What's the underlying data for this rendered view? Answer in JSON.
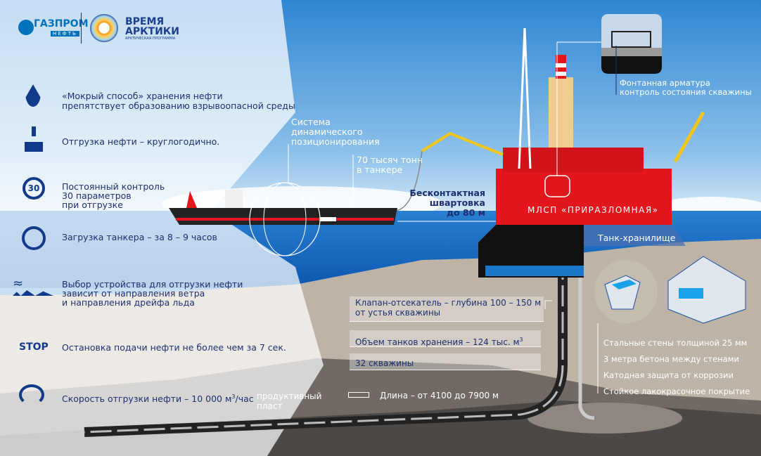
{
  "logos": {
    "gazprom": "ГАЗПРОМ",
    "gazprom_sub": "НЕФТЬ",
    "arctic_title1": "ВРЕМЯ",
    "arctic_title2": "АРКТИКИ",
    "arctic_sub": "АРКТИЧЕСКАЯ ПРОГРАММА"
  },
  "features": [
    {
      "icon": "oil-drop-icon",
      "line1": "«Мокрый способ» хранения нефти",
      "line2": "препятствует образованию взрывоопасной среды"
    },
    {
      "icon": "crane-hook-icon",
      "line1": "Отгрузка нефти – круглогодично."
    },
    {
      "icon": "magnifier-30-icon",
      "badge": "30",
      "line1": "Постоянный контроль",
      "line2": "30 параметров",
      "line3": "при отгрузке"
    },
    {
      "icon": "clock-icon",
      "line1": "Загрузка танкера – за 8 – 9 часов"
    },
    {
      "icon": "wind-waves-icon",
      "line1": "Выбор устройства для отгрузки нефти",
      "line2": "зависит от направления ветра",
      "line3": "и направления дрейфа льда"
    },
    {
      "icon": "stop-text-icon",
      "badge": "STOP",
      "line1": "Остановка подачи нефти не более чем за 7 сек."
    },
    {
      "icon": "speedometer-icon",
      "line1": "Скорость отгрузки  нефти  – 10 000 м",
      "sup": "3",
      "line1_end": "/час"
    }
  ],
  "labels": {
    "positioning1": "Система",
    "positioning2": "динамического",
    "positioning3": "позиционирования",
    "tanker1": "70 тысяч тонн",
    "tanker2": "в танкере",
    "mooring1": "Бесконтактная",
    "mooring2": "швартовка",
    "mooring3": "до 80 м",
    "platform": "МЛСП «ПРИРАЗЛОМНАЯ»",
    "tank": "Танк-хранилище",
    "wellhead1": "Фонтанная арматура",
    "wellhead2": "контроль состояния скважины",
    "valve1": "Клапан-отсекатель – глубина 100 – 150 м",
    "valve2": "от устья скважины",
    "volume": "Объем танков хранения – 124 тыс. м",
    "volume_sup": "3",
    "wells": "32 скважины",
    "length": "Длина – от 4100 до 7900 м",
    "reservoir1": "продуктивный",
    "reservoir2": "пласт"
  },
  "tank_features": [
    "Стальные стены толщиной 25 мм",
    "3 метра бетона между стенами",
    "Катодная защита от коррозии",
    "Стойкое лакокрасочное покрытие"
  ],
  "colors": {
    "navy": "#1d2f6f",
    "brand_blue": "#0072bc",
    "platform_red": "#e3161d",
    "sea": "#1c6cc6"
  }
}
